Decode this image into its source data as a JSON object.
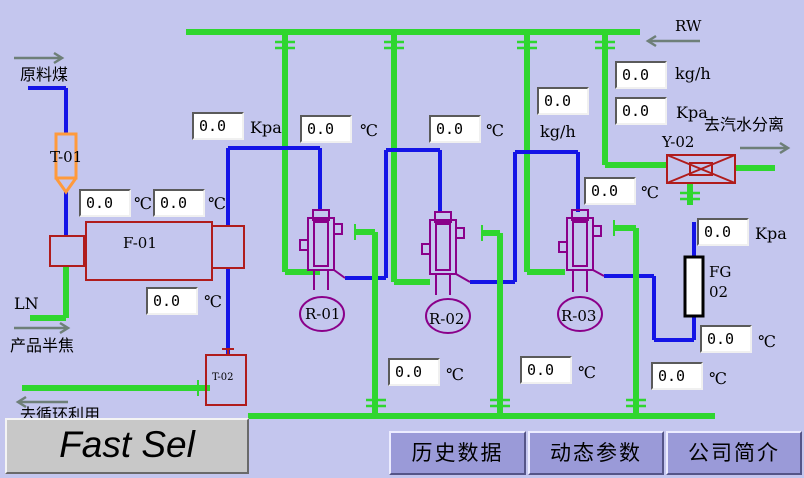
{
  "labels": {
    "rw": "RW",
    "raw_coal": "原料煤",
    "ln": "LN",
    "semi_coke": "产品半焦",
    "to_separation": "去汽水分离",
    "recycle": "去循环利用"
  },
  "equipment": {
    "t01": "T-01",
    "f01": "F-01",
    "t02": "T-02",
    "r01": "R-01",
    "r02": "R-02",
    "r03": "R-03",
    "y02": "Y-02",
    "fg02_line1": "FG",
    "fg02_line2": "02"
  },
  "readings": {
    "t01_temp": {
      "value": "0.0",
      "unit": "℃"
    },
    "f01_temp": {
      "value": "0.0",
      "unit": "℃"
    },
    "f01_out_temp": {
      "value": "0.0",
      "unit": "℃"
    },
    "header_pressure": {
      "value": "0.0",
      "unit": "Kpa"
    },
    "r01_temp": {
      "value": "0.0",
      "unit": "℃"
    },
    "r02_temp": {
      "value": "0.0",
      "unit": "℃"
    },
    "r03_flow": {
      "value": "0.0",
      "unit": "kg/h"
    },
    "rw_flow": {
      "value": "0.0",
      "unit": "kg/h"
    },
    "rw_pressure": {
      "value": "0.0",
      "unit": "Kpa"
    },
    "r03_out_temp": {
      "value": "0.0",
      "unit": "℃"
    },
    "fg_pressure": {
      "value": "0.0",
      "unit": "Kpa"
    },
    "fg_temp": {
      "value": "0.0",
      "unit": "℃"
    },
    "out1_temp": {
      "value": "0.0",
      "unit": "℃"
    },
    "out2_temp": {
      "value": "0.0",
      "unit": "℃"
    },
    "out3_temp": {
      "value": "0.0",
      "unit": "℃"
    }
  },
  "buttons": {
    "fast_sel": "Fast Sel",
    "history": "历史数据",
    "dynamic": "动态参数",
    "about": "公司简介"
  },
  "colors": {
    "background": "#c4c6ee",
    "water_line": "#2fd62f",
    "gas_line": "#1414e6",
    "reactor": "#8a008a",
    "equipment": "#b01c1c",
    "hopper": "#ff9a3c"
  }
}
